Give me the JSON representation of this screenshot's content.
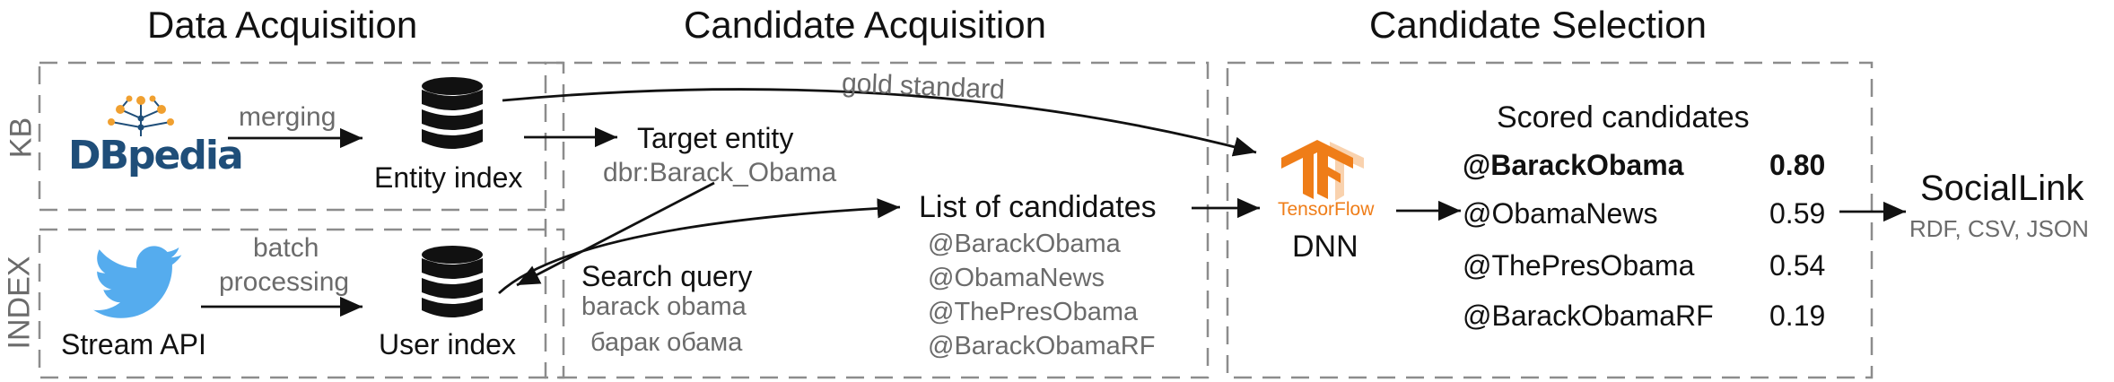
{
  "headers": {
    "data_acquisition": "Data Acquisition",
    "candidate_acquisition": "Candidate Acquisition",
    "candidate_selection": "Candidate Selection"
  },
  "rows": {
    "kb": "KB",
    "index": "INDEX"
  },
  "nodes": {
    "dbpedia_logo": "DBpedia",
    "merging": "merging",
    "entity_index": "Entity index",
    "stream_api": "Stream API",
    "batch": "batch",
    "processing": "processing",
    "user_index": "User index",
    "gold_standard": "gold standard",
    "target_entity": "Target entity",
    "target_id": "dbr:Barack_Obama",
    "list_of_candidates": "List of candidates",
    "candidates": [
      "@BarackObama",
      "@ObamaNews",
      "@ThePresObama",
      "@BarackObamaRF"
    ],
    "search_query": "Search query",
    "query_en": "barack obama",
    "query_ru": "барак обама",
    "tensorflow_logo": "TensorFlow",
    "dnn": "DNN",
    "scored_title": "Scored candidates",
    "scored": [
      {
        "handle": "@BarackObama",
        "score": "0.80"
      },
      {
        "handle": "@ObamaNews",
        "score": "0.59"
      },
      {
        "handle": "@ThePresObama",
        "score": "0.54"
      },
      {
        "handle": "@BarackObamaRF",
        "score": "0.19"
      }
    ],
    "sociallink": "SocialLink",
    "formats": "RDF, CSV, JSON"
  },
  "colors": {
    "dbpedia_navy": "#1f4e79",
    "dbpedia_orange": "#f0a030",
    "twitter_blue": "#55acee",
    "tf_orange": "#ef7d18",
    "dashed": "#8c8c8c"
  }
}
